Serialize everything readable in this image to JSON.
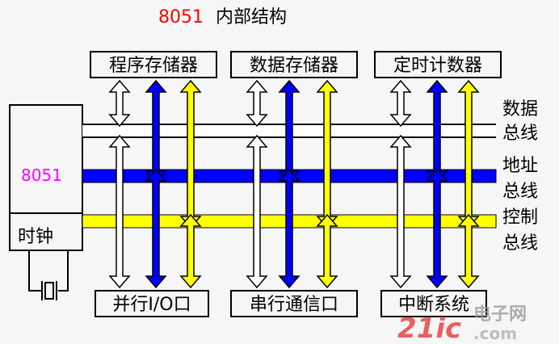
{
  "title": {
    "chip": "8051",
    "text": "内部结构"
  },
  "colors": {
    "background": "#f6f6f6",
    "data_bus": "#ffffff",
    "address_bus": "#0000ff",
    "control_bus": "#ffff00",
    "chip_label": "#ff00ff",
    "title_chip": "#ff0000",
    "outline": "#000000"
  },
  "top_blocks": [
    "程序存储器",
    "数据存储器",
    "定时计数器"
  ],
  "bottom_blocks": [
    "并行I/O口",
    "串行通信口",
    "中断系统"
  ],
  "chip": {
    "label": "8051",
    "clock": "时钟"
  },
  "buses": {
    "data": [
      "数据",
      "总线"
    ],
    "address": [
      "地址",
      "总线"
    ],
    "control": [
      "控制",
      "总线"
    ]
  },
  "watermark": {
    "text_red": "21ic",
    "text_gray": "电子网",
    "suffix": ".com"
  }
}
